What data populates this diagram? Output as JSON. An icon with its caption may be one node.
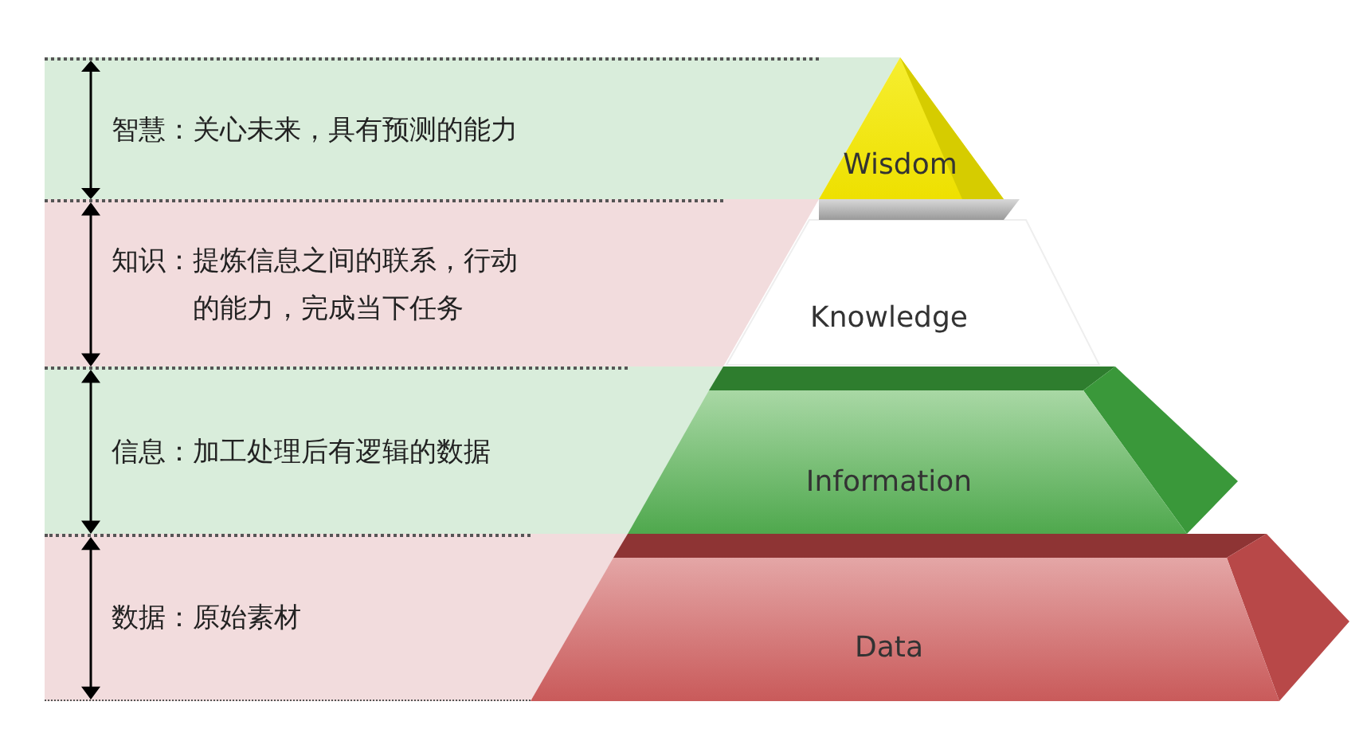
{
  "diagram": {
    "nodes": [
      {
        "text": [
          "智慧：",
          "关心未来，具有预测的能力"
        ]
      },
      {
        "text": [
          "知识：",
          "提炼信息之间的联系，行动的能力，完成当下任务"
        ]
      },
      {
        "text": [
          "信息：",
          "加工处理后有逻辑的数据"
        ]
      },
      {
        "text": [
          "数据：",
          "原始素材"
        ]
      },
      {
        "text": [
          "Wisdom"
        ]
      },
      {
        "text": [
          "Knowledge"
        ]
      },
      {
        "text": [
          "Information"
        ]
      },
      {
        "text": [
          "Data"
        ]
      }
    ],
    "edges": []
  }
}
